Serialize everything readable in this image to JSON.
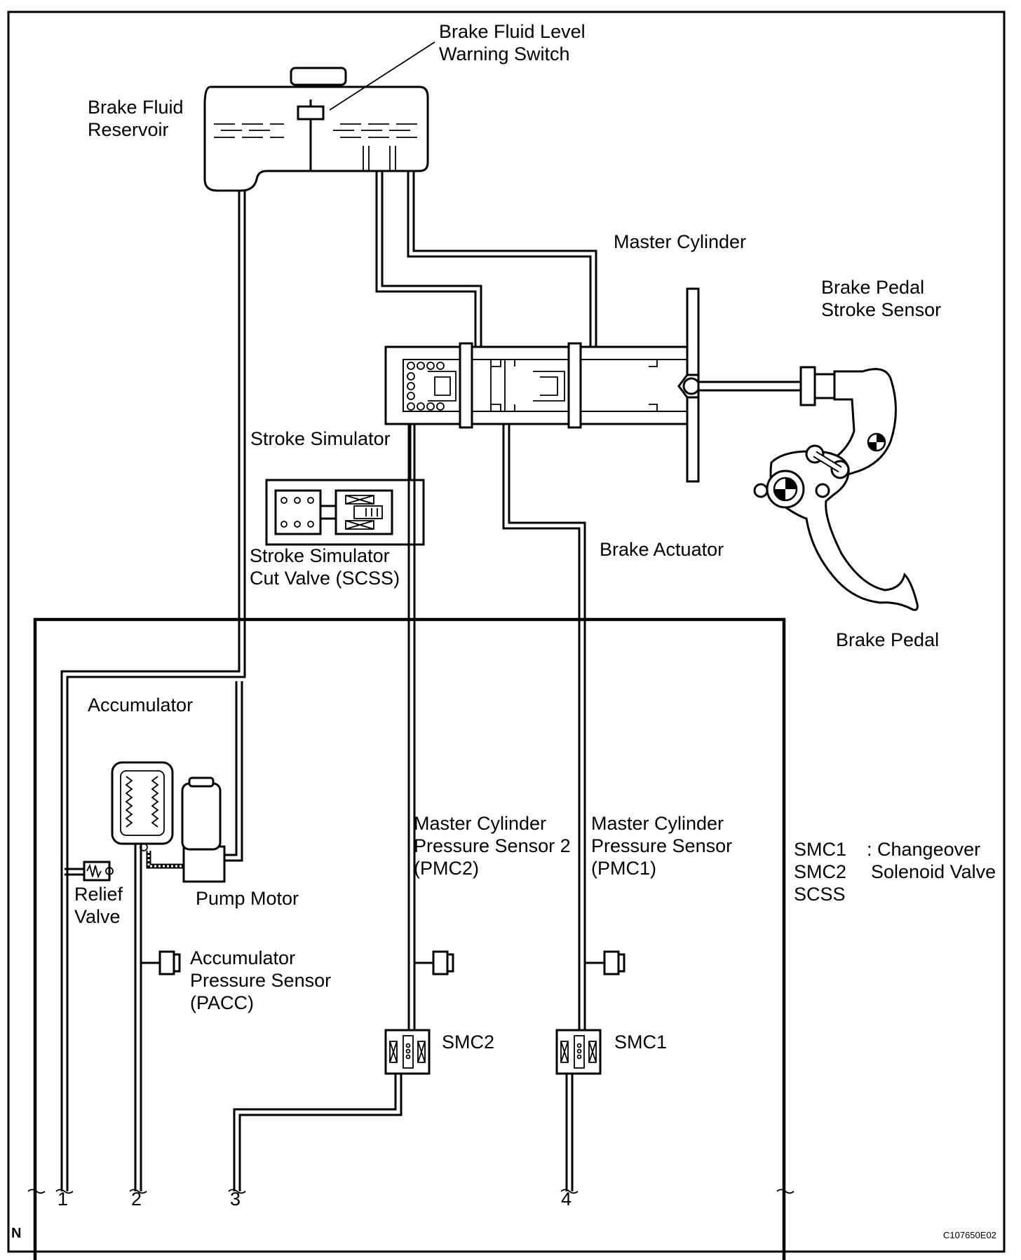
{
  "labels": {
    "brake_fluid_level_warning_switch": [
      "Brake Fluid Level",
      "Warning Switch"
    ],
    "brake_fluid_reservoir": [
      "Brake Fluid",
      "Reservoir"
    ],
    "master_cylinder": "Master Cylinder",
    "brake_pedal_stroke_sensor": [
      "Brake Pedal",
      "Stroke Sensor"
    ],
    "stroke_simulator": "Stroke Simulator",
    "stroke_simulator_cut_valve": [
      "Stroke Simulator",
      "Cut Valve (SCSS)"
    ],
    "brake_actuator": "Brake Actuator",
    "brake_pedal": "Brake Pedal",
    "accumulator": "Accumulator",
    "relief_valve": [
      "Relief",
      "Valve"
    ],
    "pump_motor": "Pump Motor",
    "accumulator_pressure_sensor": [
      "Accumulator",
      "Pressure Sensor",
      "(PACC)"
    ],
    "master_cylinder_pressure_sensor_2": [
      "Master Cylinder",
      "Pressure Sensor 2",
      "(PMC2)"
    ],
    "master_cylinder_pressure_sensor_1": [
      "Master Cylinder",
      "Pressure Sensor",
      "(PMC1)"
    ],
    "smc2": "SMC2",
    "smc1": "SMC1"
  },
  "legend": {
    "codes": [
      "SMC1",
      "SMC2",
      "SCSS"
    ],
    "desc": [
      ": Changeover",
      "Solenoid Valve"
    ]
  },
  "ports": [
    "1",
    "2",
    "3",
    "4"
  ],
  "footer": {
    "corner_mark": "N",
    "figure_code": "C107650E02"
  }
}
